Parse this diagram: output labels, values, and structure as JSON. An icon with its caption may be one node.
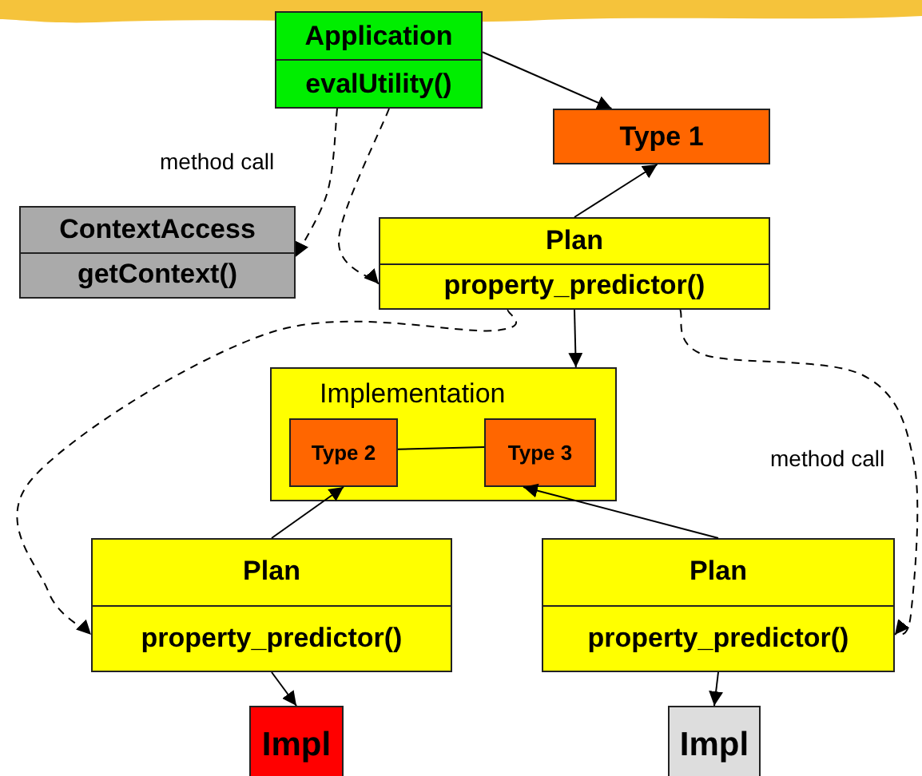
{
  "diagram": {
    "nodes": [
      {
        "text": [
          "Application",
          "evalUtility()"
        ]
      },
      {
        "text": [
          "Type 1"
        ]
      },
      {
        "text": [
          "ContextAccess",
          "getContext()"
        ]
      },
      {
        "text": [
          "Plan",
          "property_predictor()"
        ]
      },
      {
        "text": [
          "Implementation"
        ]
      },
      {
        "text": [
          "Type 2"
        ],
        "in": 4
      },
      {
        "text": [
          "Type 3"
        ],
        "in": 4
      },
      {
        "text": [
          "Plan",
          "property_predictor()"
        ]
      },
      {
        "text": [
          "Plan",
          "property_predictor()"
        ]
      },
      {
        "text": [
          "Impl"
        ]
      },
      {
        "text": [
          "Impl"
        ]
      }
    ],
    "edges": [
      {
        "from": 0,
        "to": 1,
        "arrow": "to"
      },
      {
        "from": 3,
        "to": 1,
        "arrow": "to"
      },
      {
        "from": 0,
        "to": 2,
        "arrow": "to",
        "style": "dashed",
        "label": "method call"
      },
      {
        "from": 0,
        "to": 3,
        "arrow": "to",
        "style": "dashed"
      },
      {
        "from": 3,
        "to": 4,
        "arrow": "to"
      },
      {
        "from": 3,
        "to": 7,
        "arrow": "to",
        "style": "dashed"
      },
      {
        "from": 3,
        "to": 8,
        "arrow": "to",
        "style": "dashed",
        "label": "method call"
      },
      {
        "from": 5,
        "to": 6,
        "arrow": "none"
      },
      {
        "from": 7,
        "to": 5,
        "arrow": "to"
      },
      {
        "from": 8,
        "to": 6,
        "arrow": "to"
      },
      {
        "from": 7,
        "to": 9,
        "arrow": "to"
      },
      {
        "from": 8,
        "to": 10,
        "arrow": "to"
      }
    ]
  }
}
